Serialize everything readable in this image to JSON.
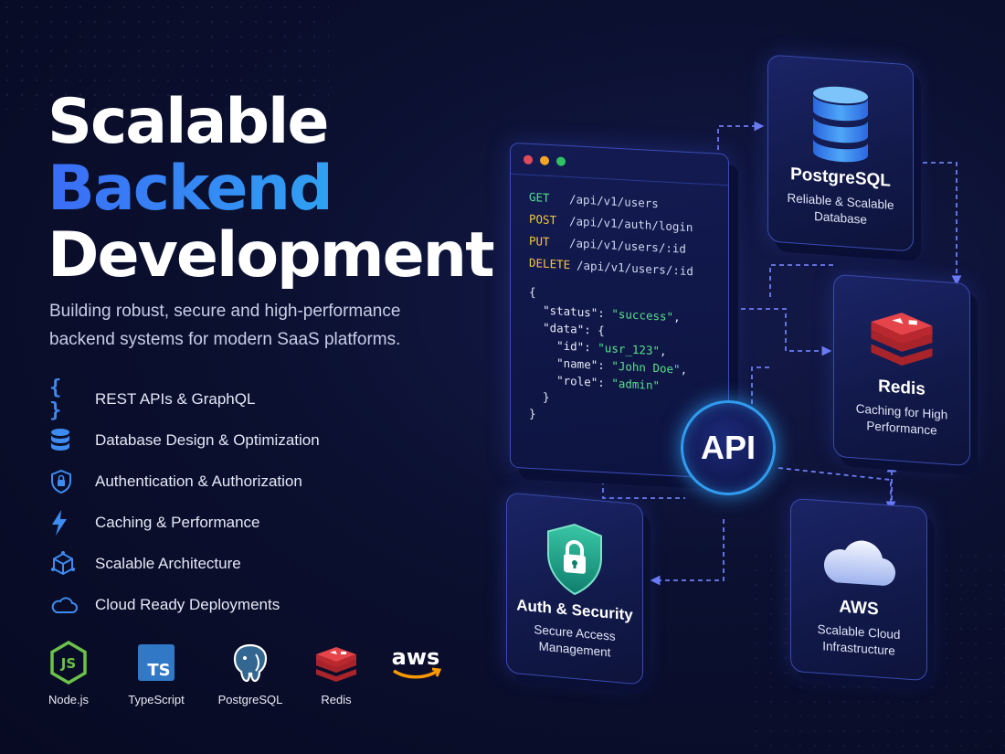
{
  "headline": {
    "line1": "Scalable",
    "line2": "Backend",
    "line3": "Development"
  },
  "subtitle": "Building robust, secure and high-performance backend systems for modern SaaS platforms.",
  "features": [
    {
      "icon": "braces-icon",
      "glyph": "{ }",
      "label": "REST APIs & GraphQL"
    },
    {
      "icon": "database-icon",
      "label": "Database Design & Optimization"
    },
    {
      "icon": "shield-lock-icon",
      "label": "Authentication & Authorization"
    },
    {
      "icon": "lightning-icon",
      "label": "Caching & Performance"
    },
    {
      "icon": "cube-network-icon",
      "label": "Scalable Architecture"
    },
    {
      "icon": "cloud-icon",
      "label": "Cloud Ready Deployments"
    }
  ],
  "techs": [
    {
      "icon": "nodejs-logo-icon",
      "label": "Node.js",
      "logo_text": "JS"
    },
    {
      "icon": "typescript-logo-icon",
      "label": "TypeScript",
      "logo_text": "TS"
    },
    {
      "icon": "postgresql-logo-icon",
      "label": "PostgreSQL"
    },
    {
      "icon": "redis-logo-icon",
      "label": "Redis"
    },
    {
      "icon": "aws-logo-icon",
      "label": "",
      "logo_text": "aws"
    }
  ],
  "terminal": {
    "routes": [
      {
        "method": "GET",
        "path": "/api/v1/users"
      },
      {
        "method": "POST",
        "path": "/api/v1/auth/login"
      },
      {
        "method": "PUT",
        "path": "/api/v1/users/:id"
      },
      {
        "method": "DELETE",
        "path": "/api/v1/users/:id"
      }
    ],
    "json": {
      "status_key": "\"status\"",
      "status_val": "\"success\"",
      "data_key": "\"data\"",
      "id_key": "\"id\"",
      "id_val": "\"usr_123\"",
      "name_key": "\"name\"",
      "name_val": "\"John Doe\"",
      "role_key": "\"role\"",
      "role_val": "\"admin\""
    }
  },
  "api_label": "API",
  "cards": {
    "postgres": {
      "title": "PostgreSQL",
      "desc": "Reliable & Scalable Database"
    },
    "redis": {
      "title": "Redis",
      "desc": "Caching for High Performance"
    },
    "auth": {
      "title": "Auth & Security",
      "desc": "Secure Access Management"
    },
    "aws": {
      "title": "AWS",
      "desc": "Scalable Cloud Infrastructure"
    }
  },
  "colors": {
    "background": "#0a0f2e",
    "accent_blue": "#3b6cf6",
    "accent_cyan": "#2ea7f2",
    "method_green": "#58e08a",
    "method_yellow": "#f5c542",
    "redis_red": "#d8353a",
    "node_green": "#6cc24a",
    "ts_blue": "#3178c6",
    "aws_orange": "#ff9900"
  }
}
